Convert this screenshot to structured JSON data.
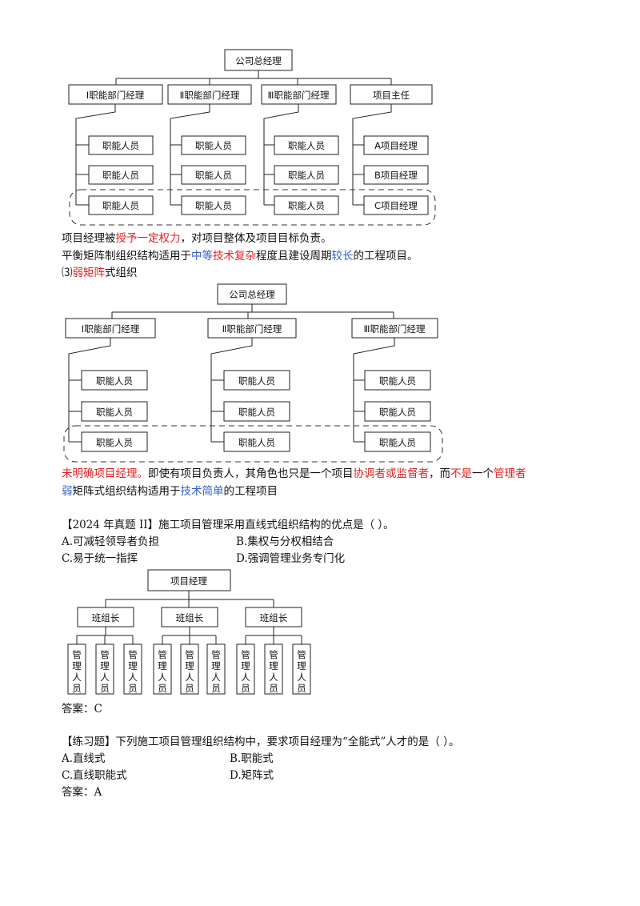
{
  "chart1": {
    "top": "公司总经理",
    "heads": [
      "Ⅰ职能部门经理",
      "Ⅱ职能部门经理",
      "Ⅲ职能部门经理",
      "项目主任"
    ],
    "staff": "职能人员",
    "pm": [
      "A项目经理",
      "B项目经理",
      "C项目经理"
    ]
  },
  "para1": {
    "a": "项目经理被",
    "b": "授予一定权力",
    "c": "，对项目整体及项目目标负责。"
  },
  "para2": {
    "a": "平衡矩阵制组织结构适用于",
    "b": "中等",
    "c": "技术复杂",
    "d": "程度且建设周期",
    "e": "较长",
    "f": "的工程项目。"
  },
  "heading3": {
    "num": "⑶",
    "red": "弱矩阵",
    "rest": "式组织"
  },
  "chart2": {
    "top": "公司总经理",
    "heads": [
      "Ⅰ职能部门经理",
      "Ⅱ职能部门经理",
      "Ⅲ职能部门经理"
    ],
    "staff": "职能人员"
  },
  "para4": {
    "a": "未明确项目经理。",
    "b": "即使有项目负责人，其角色也只是一个项目",
    "c": "协调者或监督者",
    "d": "，而",
    "e": "不是",
    "f": "一个",
    "g": "管理者"
  },
  "para5": {
    "a": "弱",
    "b": "矩阵式组织结构适用于",
    "c": "技术简单",
    "d": "的工程项目"
  },
  "q1": {
    "stem": "【2024 年真题 II】施工项目管理采用直线式组织结构的优点是（    ）。",
    "optA": "A.可减轻领导者负担",
    "optB": "B.集权与分权相结合",
    "optC": "C.易于统一指挥",
    "optD": "D.强调管理业务专门化",
    "answer": "答案：C"
  },
  "chart3": {
    "top": "项目经理",
    "leaders": [
      "班组长",
      "班组长",
      "班组长"
    ],
    "worker": [
      "管",
      "理",
      "人",
      "员"
    ]
  },
  "q2": {
    "stem": "【练习题】下列施工项目管理组织结构中，要求项目经理为“全能式”人才的是（    ）。",
    "optA": "A.直线式",
    "optB": "B.职能式",
    "optC": "C.直线职能式",
    "optD": "D.矩阵式",
    "answer": "答案：A"
  }
}
